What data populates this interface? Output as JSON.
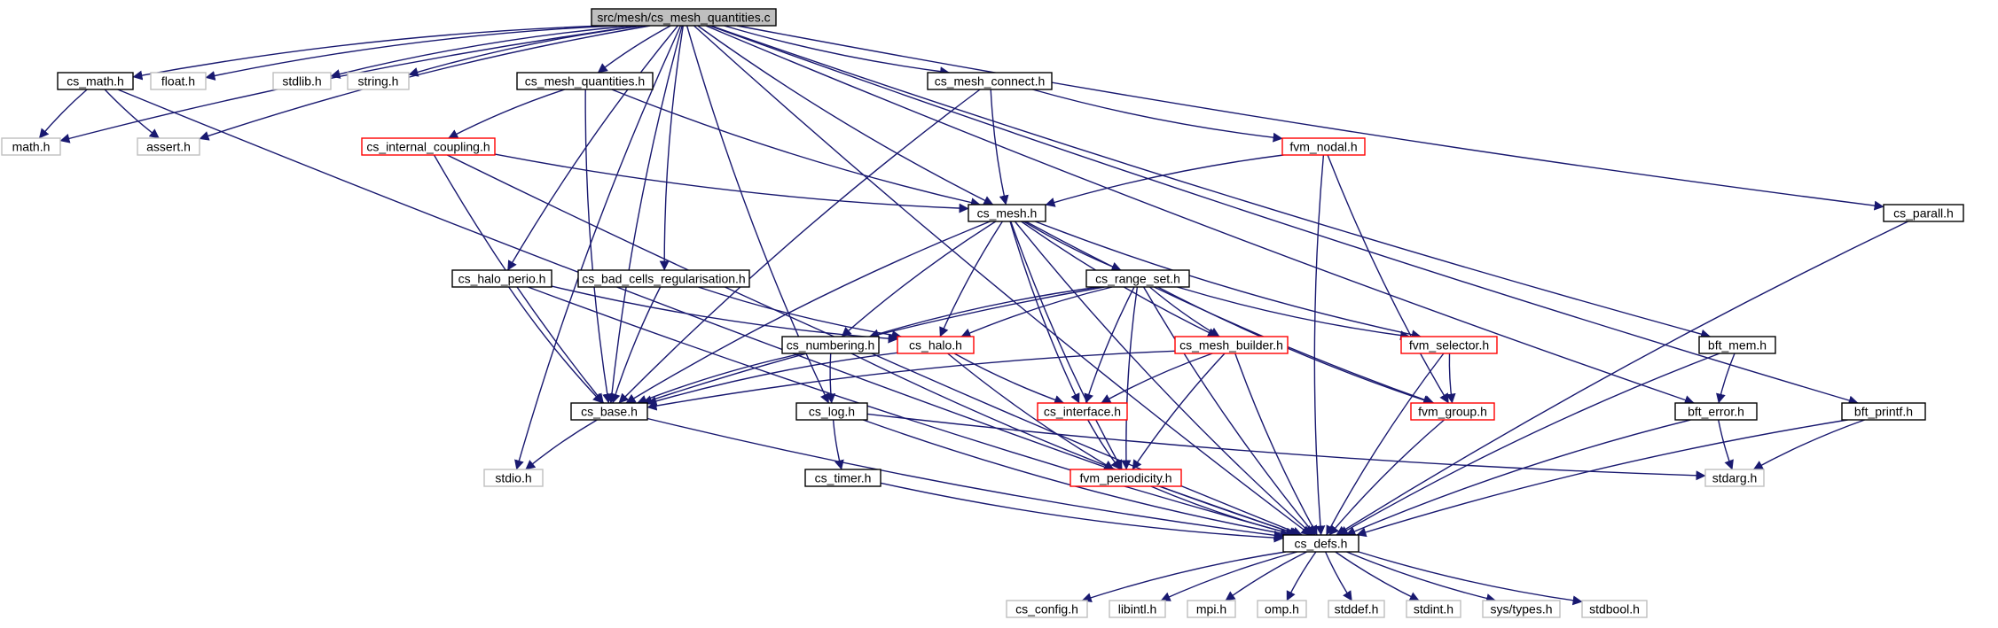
{
  "colors": {
    "edge": "#191970",
    "root_fill": "#bfbfbf",
    "normal_border": "#000000",
    "truncated_border": "#ff0000",
    "external_border": "#bfbfbf"
  },
  "nodes": [
    {
      "id": "root",
      "label": "src/mesh/cs_mesh_quantities.c",
      "kind": "root"
    },
    {
      "id": "cs_math",
      "label": "cs_math.h",
      "kind": "normal"
    },
    {
      "id": "float",
      "label": "float.h",
      "kind": "external"
    },
    {
      "id": "stdlib",
      "label": "stdlib.h",
      "kind": "external"
    },
    {
      "id": "string",
      "label": "string.h",
      "kind": "external"
    },
    {
      "id": "cs_mesh_quantities",
      "label": "cs_mesh_quantities.h",
      "kind": "normal"
    },
    {
      "id": "cs_mesh_connect",
      "label": "cs_mesh_connect.h",
      "kind": "normal"
    },
    {
      "id": "math",
      "label": "math.h",
      "kind": "external"
    },
    {
      "id": "assert",
      "label": "assert.h",
      "kind": "external"
    },
    {
      "id": "cs_internal_coupling",
      "label": "cs_internal_coupling.h",
      "kind": "truncated"
    },
    {
      "id": "fvm_nodal",
      "label": "fvm_nodal.h",
      "kind": "truncated"
    },
    {
      "id": "cs_mesh",
      "label": "cs_mesh.h",
      "kind": "normal"
    },
    {
      "id": "cs_parall",
      "label": "cs_parall.h",
      "kind": "normal"
    },
    {
      "id": "cs_halo_perio",
      "label": "cs_halo_perio.h",
      "kind": "normal"
    },
    {
      "id": "cs_bad_cells",
      "label": "cs_bad_cells_regularisation.h",
      "kind": "normal"
    },
    {
      "id": "cs_range_set",
      "label": "cs_range_set.h",
      "kind": "normal"
    },
    {
      "id": "cs_numbering",
      "label": "cs_numbering.h",
      "kind": "normal"
    },
    {
      "id": "cs_halo",
      "label": "cs_halo.h",
      "kind": "truncated"
    },
    {
      "id": "cs_mesh_builder",
      "label": "cs_mesh_builder.h",
      "kind": "truncated"
    },
    {
      "id": "fvm_selector",
      "label": "fvm_selector.h",
      "kind": "truncated"
    },
    {
      "id": "bft_mem",
      "label": "bft_mem.h",
      "kind": "normal"
    },
    {
      "id": "cs_base",
      "label": "cs_base.h",
      "kind": "normal"
    },
    {
      "id": "cs_log",
      "label": "cs_log.h",
      "kind": "normal"
    },
    {
      "id": "cs_interface",
      "label": "cs_interface.h",
      "kind": "truncated"
    },
    {
      "id": "fvm_group",
      "label": "fvm_group.h",
      "kind": "truncated"
    },
    {
      "id": "bft_error",
      "label": "bft_error.h",
      "kind": "normal"
    },
    {
      "id": "bft_printf",
      "label": "bft_printf.h",
      "kind": "normal"
    },
    {
      "id": "stdio",
      "label": "stdio.h",
      "kind": "external"
    },
    {
      "id": "cs_timer",
      "label": "cs_timer.h",
      "kind": "normal"
    },
    {
      "id": "fvm_periodicity",
      "label": "fvm_periodicity.h",
      "kind": "truncated"
    },
    {
      "id": "stdarg",
      "label": "stdarg.h",
      "kind": "external"
    },
    {
      "id": "cs_defs",
      "label": "cs_defs.h",
      "kind": "normal"
    },
    {
      "id": "cs_config",
      "label": "cs_config.h",
      "kind": "external"
    },
    {
      "id": "libintl",
      "label": "libintl.h",
      "kind": "external"
    },
    {
      "id": "mpi",
      "label": "mpi.h",
      "kind": "external"
    },
    {
      "id": "omp",
      "label": "omp.h",
      "kind": "external"
    },
    {
      "id": "stddef",
      "label": "stddef.h",
      "kind": "external"
    },
    {
      "id": "stdint",
      "label": "stdint.h",
      "kind": "external"
    },
    {
      "id": "systypes",
      "label": "sys/types.h",
      "kind": "external"
    },
    {
      "id": "stdbool",
      "label": "stdbool.h",
      "kind": "external"
    }
  ],
  "edges": [
    {
      "from": "root",
      "to": "cs_math"
    },
    {
      "from": "root",
      "to": "float"
    },
    {
      "from": "root",
      "to": "stdlib"
    },
    {
      "from": "root",
      "to": "string"
    },
    {
      "from": "root",
      "to": "cs_mesh_quantities"
    },
    {
      "from": "root",
      "to": "cs_mesh_connect"
    },
    {
      "from": "root",
      "to": "math"
    },
    {
      "from": "root",
      "to": "assert"
    },
    {
      "from": "root",
      "to": "cs_mesh"
    },
    {
      "from": "root",
      "to": "cs_halo_perio"
    },
    {
      "from": "root",
      "to": "cs_bad_cells"
    },
    {
      "from": "root",
      "to": "cs_base"
    },
    {
      "from": "root",
      "to": "cs_log"
    },
    {
      "from": "root",
      "to": "stdio"
    },
    {
      "from": "root",
      "to": "bft_error"
    },
    {
      "from": "root",
      "to": "bft_mem"
    },
    {
      "from": "root",
      "to": "bft_printf"
    },
    {
      "from": "root",
      "to": "cs_parall"
    },
    {
      "from": "root",
      "to": "cs_defs"
    },
    {
      "from": "cs_math",
      "to": "math"
    },
    {
      "from": "cs_math",
      "to": "assert"
    },
    {
      "from": "cs_math",
      "to": "cs_defs"
    },
    {
      "from": "cs_mesh_quantities",
      "to": "cs_internal_coupling"
    },
    {
      "from": "cs_mesh_quantities",
      "to": "cs_mesh"
    },
    {
      "from": "cs_mesh_quantities",
      "to": "cs_base"
    },
    {
      "from": "cs_mesh_connect",
      "to": "fvm_nodal"
    },
    {
      "from": "cs_mesh_connect",
      "to": "cs_mesh"
    },
    {
      "from": "cs_mesh_connect",
      "to": "cs_base"
    },
    {
      "from": "cs_internal_coupling",
      "to": "cs_mesh"
    },
    {
      "from": "cs_internal_coupling",
      "to": "cs_base"
    },
    {
      "from": "cs_internal_coupling",
      "to": "cs_defs"
    },
    {
      "from": "fvm_nodal",
      "to": "cs_mesh"
    },
    {
      "from": "fvm_nodal",
      "to": "fvm_group"
    },
    {
      "from": "fvm_nodal",
      "to": "cs_defs"
    },
    {
      "from": "cs_mesh",
      "to": "cs_base"
    },
    {
      "from": "cs_mesh",
      "to": "cs_numbering"
    },
    {
      "from": "cs_mesh",
      "to": "cs_halo"
    },
    {
      "from": "cs_mesh",
      "to": "cs_range_set"
    },
    {
      "from": "cs_mesh",
      "to": "cs_interface"
    },
    {
      "from": "cs_mesh",
      "to": "fvm_periodicity"
    },
    {
      "from": "cs_mesh",
      "to": "cs_mesh_builder"
    },
    {
      "from": "cs_mesh",
      "to": "fvm_selector"
    },
    {
      "from": "cs_mesh",
      "to": "fvm_group"
    },
    {
      "from": "cs_mesh",
      "to": "cs_defs"
    },
    {
      "from": "cs_halo_perio",
      "to": "cs_base"
    },
    {
      "from": "cs_halo_perio",
      "to": "cs_halo"
    },
    {
      "from": "cs_halo_perio",
      "to": "cs_defs"
    },
    {
      "from": "cs_bad_cells",
      "to": "cs_base"
    },
    {
      "from": "cs_bad_cells",
      "to": "cs_halo"
    },
    {
      "from": "cs_range_set",
      "to": "cs_base"
    },
    {
      "from": "cs_range_set",
      "to": "cs_numbering"
    },
    {
      "from": "cs_range_set",
      "to": "cs_halo"
    },
    {
      "from": "cs_range_set",
      "to": "cs_interface"
    },
    {
      "from": "cs_range_set",
      "to": "fvm_periodicity"
    },
    {
      "from": "cs_range_set",
      "to": "cs_mesh_builder"
    },
    {
      "from": "cs_range_set",
      "to": "fvm_selector"
    },
    {
      "from": "cs_range_set",
      "to": "fvm_group"
    },
    {
      "from": "cs_range_set",
      "to": "cs_defs"
    },
    {
      "from": "cs_numbering",
      "to": "cs_base"
    },
    {
      "from": "cs_numbering",
      "to": "cs_log"
    },
    {
      "from": "cs_numbering",
      "to": "cs_defs"
    },
    {
      "from": "cs_halo",
      "to": "cs_base"
    },
    {
      "from": "cs_halo",
      "to": "cs_interface"
    },
    {
      "from": "cs_halo",
      "to": "fvm_periodicity"
    },
    {
      "from": "cs_mesh_builder",
      "to": "cs_base"
    },
    {
      "from": "cs_mesh_builder",
      "to": "cs_interface"
    },
    {
      "from": "cs_mesh_builder",
      "to": "fvm_periodicity"
    },
    {
      "from": "cs_mesh_builder",
      "to": "cs_defs"
    },
    {
      "from": "fvm_selector",
      "to": "fvm_group"
    },
    {
      "from": "fvm_selector",
      "to": "cs_defs"
    },
    {
      "from": "bft_mem",
      "to": "bft_error"
    },
    {
      "from": "bft_mem",
      "to": "cs_defs"
    },
    {
      "from": "cs_base",
      "to": "stdio"
    },
    {
      "from": "cs_base",
      "to": "cs_defs"
    },
    {
      "from": "cs_log",
      "to": "cs_timer"
    },
    {
      "from": "cs_log",
      "to": "stdarg"
    },
    {
      "from": "cs_log",
      "to": "cs_defs"
    },
    {
      "from": "cs_interface",
      "to": "fvm_periodicity"
    },
    {
      "from": "fvm_group",
      "to": "cs_defs"
    },
    {
      "from": "bft_error",
      "to": "stdarg"
    },
    {
      "from": "bft_error",
      "to": "cs_defs"
    },
    {
      "from": "bft_printf",
      "to": "stdarg"
    },
    {
      "from": "bft_printf",
      "to": "cs_defs"
    },
    {
      "from": "cs_parall",
      "to": "cs_defs"
    },
    {
      "from": "cs_timer",
      "to": "cs_defs"
    },
    {
      "from": "fvm_periodicity",
      "to": "cs_defs"
    },
    {
      "from": "cs_defs",
      "to": "cs_config"
    },
    {
      "from": "cs_defs",
      "to": "libintl"
    },
    {
      "from": "cs_defs",
      "to": "mpi"
    },
    {
      "from": "cs_defs",
      "to": "omp"
    },
    {
      "from": "cs_defs",
      "to": "stddef"
    },
    {
      "from": "cs_defs",
      "to": "stdint"
    },
    {
      "from": "cs_defs",
      "to": "systypes"
    },
    {
      "from": "cs_defs",
      "to": "stdbool"
    }
  ]
}
